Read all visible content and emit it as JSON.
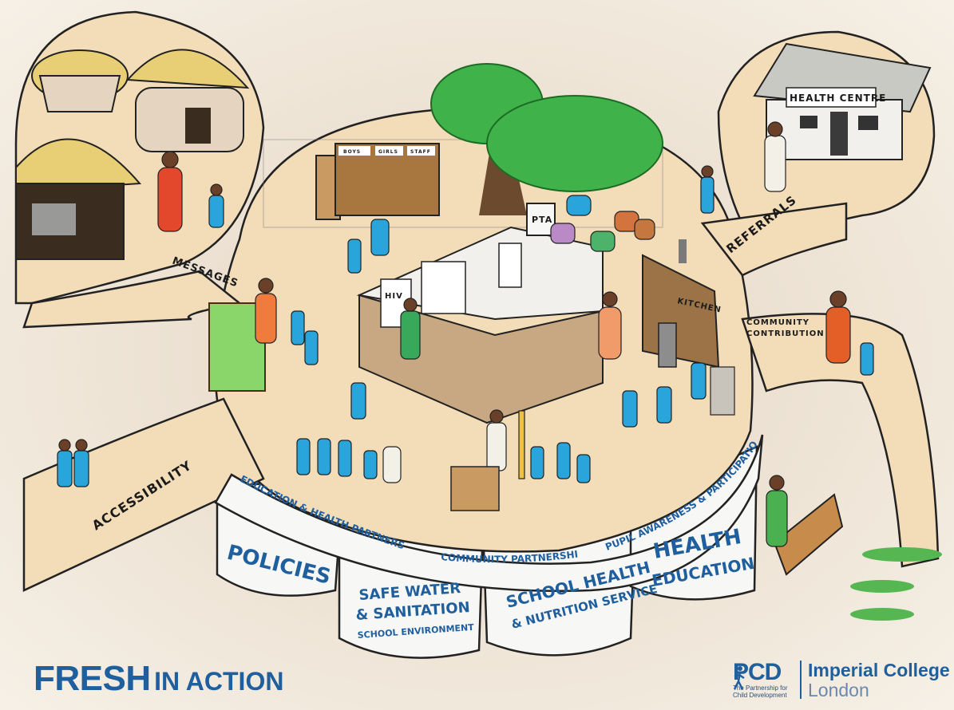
{
  "labels": {
    "messages": "MESSAGES",
    "referrals": "REFERRALS",
    "accessibility": "ACCESSIBILITY",
    "community_contribution_1": "COMMUNITY",
    "community_contribution_2": "CONTRIBUTION",
    "health_centre": "HEALTH CENTRE",
    "pta": "PTA",
    "kitchen": "KITCHEN",
    "hiv": "HIV",
    "boys": "BOYS",
    "girls": "GIRLS",
    "staff": "STAFF"
  },
  "ring": {
    "education_health": "EDUCATION & HEALTH PARTNERSHIPS",
    "community": "COMMUNITY PARTNERSHIPS",
    "pupil": "PUPIL AWARENESS & PARTICIPATION"
  },
  "pillars": {
    "policies": "POLICIES",
    "water_1": "SAFE WATER",
    "water_2": "& SANITATION",
    "water_3": "SCHOOL ENVIRONMENT",
    "school_1": "SCHOOL HEALTH",
    "school_2": "& NUTRITION SERVICE",
    "health_1": "HEALTH",
    "health_2": "EDUCATION"
  },
  "footer": {
    "fresh": "FRESH",
    "in_action": "IN ACTION"
  },
  "logos": {
    "pcd": "PCD",
    "pcd_tagline": "The Partnership for Child Development",
    "imperial_1": "Imperial College",
    "imperial_2": "London"
  },
  "colors": {
    "path": "#f3dcb8",
    "ground": "#e9ddcc",
    "pillar": "#f7f7f5",
    "brand_blue": "#1f5f9e",
    "tree": "#3fb34a",
    "uniform": "#2aa5dc"
  }
}
